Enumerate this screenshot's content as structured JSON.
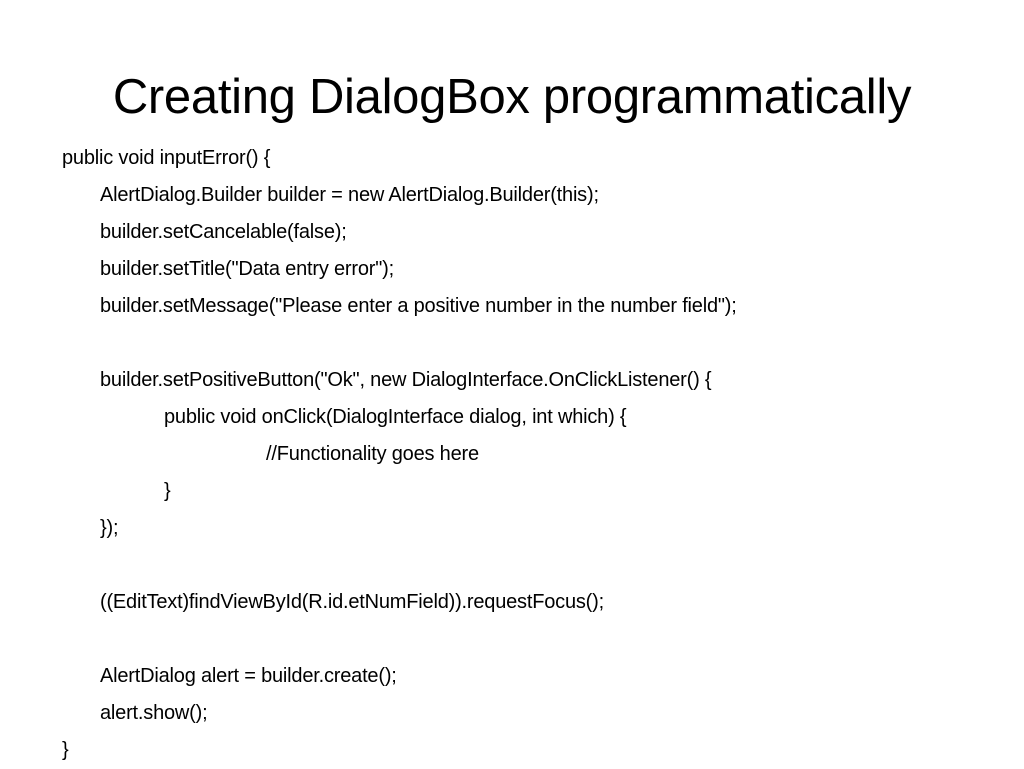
{
  "slide": {
    "title": "Creating DialogBox programmatically",
    "code_lines": [
      {
        "indent": 0,
        "text": "public void inputError() {"
      },
      {
        "indent": 1,
        "text": "AlertDialog.Builder builder = new AlertDialog.Builder(this);"
      },
      {
        "indent": 1,
        "text": "builder.setCancelable(false);"
      },
      {
        "indent": 1,
        "text": "builder.setTitle(\"Data entry error\");"
      },
      {
        "indent": 1,
        "text": "builder.setMessage(\"Please enter a positive number in the number field\");"
      },
      {
        "indent": 1,
        "text": ""
      },
      {
        "indent": 1,
        "text": "builder.setPositiveButton(\"Ok\", new DialogInterface.OnClickListener() {"
      },
      {
        "indent": 2,
        "text": "public void onClick(DialogInterface dialog, int which) {"
      },
      {
        "indent": 3,
        "text": "//Functionality goes here"
      },
      {
        "indent": 2,
        "text": "}"
      },
      {
        "indent": 1,
        "text": "});"
      },
      {
        "indent": 1,
        "text": ""
      },
      {
        "indent": 1,
        "text": "((EditText)findViewById(R.id.etNumField)).requestFocus();"
      },
      {
        "indent": 1,
        "text": ""
      },
      {
        "indent": 1,
        "text": "AlertDialog alert = builder.create();"
      },
      {
        "indent": 1,
        "text": "alert.show();"
      },
      {
        "indent": 0,
        "text": "}"
      }
    ]
  },
  "colors": {
    "background": "#ffffff",
    "text": "#000000"
  }
}
